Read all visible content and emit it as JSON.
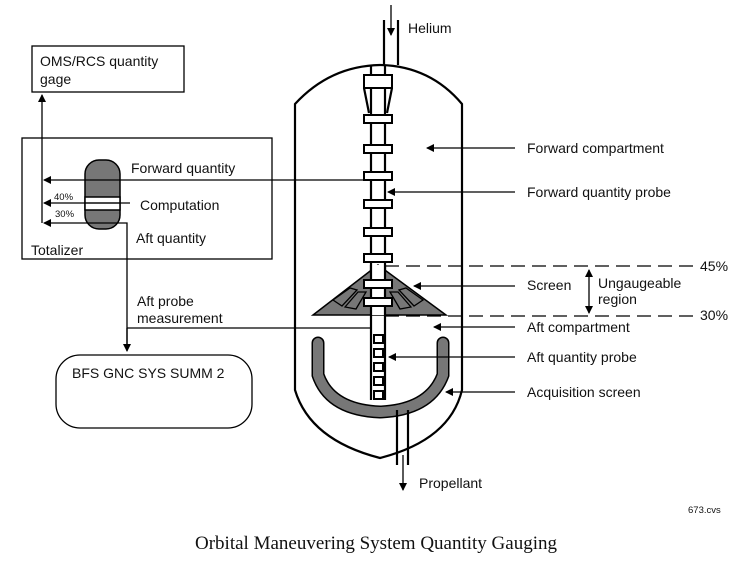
{
  "title": "Orbital Maneuvering System Quantity Gauging",
  "figure_id": "673.cvs",
  "colors": {
    "shaded": "#777777",
    "line": "#000000",
    "background": "#ffffff"
  },
  "boxes": {
    "gage": {
      "line1": "OMS/RCS quantity",
      "line2": "gage"
    },
    "totalizer": {
      "label": "Totalizer",
      "forward_quantity": "Forward quantity",
      "computation": "Computation",
      "aft_quantity": "Aft quantity",
      "pct_40": "40%",
      "pct_30": "30%"
    },
    "bfs": {
      "label": "BFS GNC SYS SUMM 2"
    }
  },
  "flows": {
    "helium": "Helium",
    "propellant": "Propellant",
    "aft_probe_measurement_1": "Aft probe",
    "aft_probe_measurement_2": "measurement"
  },
  "callouts": [
    {
      "id": "forward-compartment",
      "text": "Forward compartment"
    },
    {
      "id": "forward-quantity-probe",
      "text": "Forward quantity probe"
    },
    {
      "id": "screen",
      "text": "Screen"
    },
    {
      "id": "aft-compartment",
      "text": "Aft compartment"
    },
    {
      "id": "aft-quantity-probe",
      "text": "Aft quantity probe"
    },
    {
      "id": "acquisition-screen",
      "text": "Acquisition screen"
    }
  ],
  "levels": {
    "upper": "45%",
    "lower": "30%",
    "region_line1": "Ungaugeable",
    "region_line2": "region"
  }
}
